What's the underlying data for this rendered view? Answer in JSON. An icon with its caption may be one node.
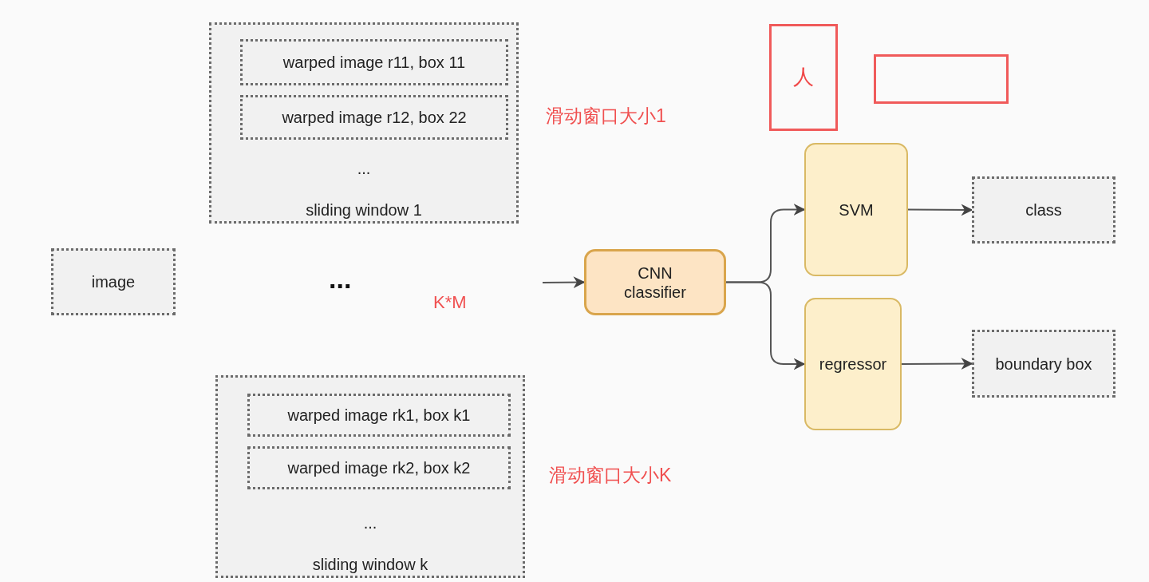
{
  "diagram": {
    "nodes": [
      {
        "text": [
          "...",
          "sliding window 1"
        ]
      },
      {
        "text": [
          "warped image r11, box 11"
        ],
        "in": 0
      },
      {
        "text": [
          "warped image r12, box 22"
        ],
        "in": 0
      },
      {
        "text": [
          "image"
        ]
      },
      {
        "text": [
          "...",
          "sliding window k"
        ]
      },
      {
        "text": [
          "warped image rk1, box k1"
        ],
        "in": 4
      },
      {
        "text": [
          "warped image rk2, box k2"
        ],
        "in": 4
      },
      {
        "text": [
          "CNN classifier"
        ]
      },
      {
        "text": [
          "SVM"
        ]
      },
      {
        "text": [
          "regressor"
        ]
      },
      {
        "text": [
          "class"
        ]
      },
      {
        "text": [
          "boundary box"
        ]
      },
      {
        "text": [
          "人"
        ]
      },
      {
        "text": [],
        "shape": "box"
      }
    ],
    "edges": [
      {
        "from": null,
        "to": 7,
        "arrow": "to"
      },
      {
        "from": 7,
        "to": 8,
        "arrow": "to"
      },
      {
        "from": 7,
        "to": 9,
        "arrow": "to"
      },
      {
        "from": 8,
        "to": 10,
        "arrow": "to"
      },
      {
        "from": 9,
        "to": 11,
        "arrow": "to"
      }
    ],
    "labels": [
      "...",
      "K*M",
      "滑动窗口大小1",
      "滑动窗口大小K"
    ]
  }
}
